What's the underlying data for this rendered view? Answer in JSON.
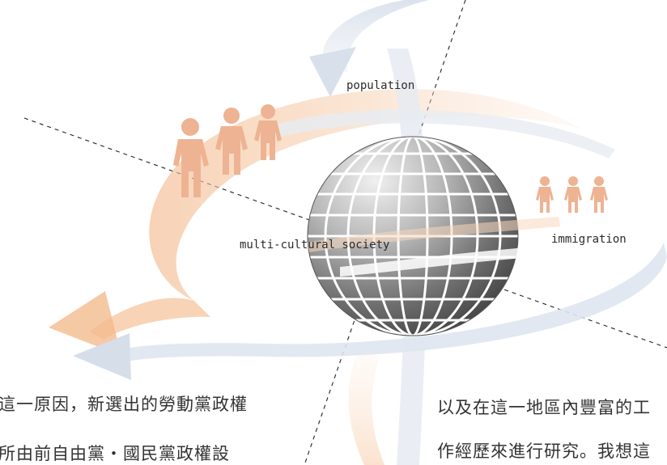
{
  "diagram": {
    "labels": {
      "population": "population",
      "multi_cultural": "multi-cultural society",
      "immigration": "immigration"
    },
    "icons": [
      "globe-icon",
      "people-group-large-icon",
      "people-group-small-icon",
      "curved-arrow-icon"
    ],
    "colors": {
      "arrow_peach": "#f5c9a3",
      "arrow_blue": "#dfe6ef",
      "person": "#eeb392",
      "globe_dark": "#3f3f3f",
      "globe_light": "#e9e9e9"
    }
  },
  "text": {
    "left_line_1": "這一原因，新選出的勞動黨政權",
    "left_line_2": "所由前自由黨・國民黨政權設",
    "right_line_1": "以及在這一地區內豐富的工",
    "right_line_2": "作經歷來進行研究。我想這"
  }
}
